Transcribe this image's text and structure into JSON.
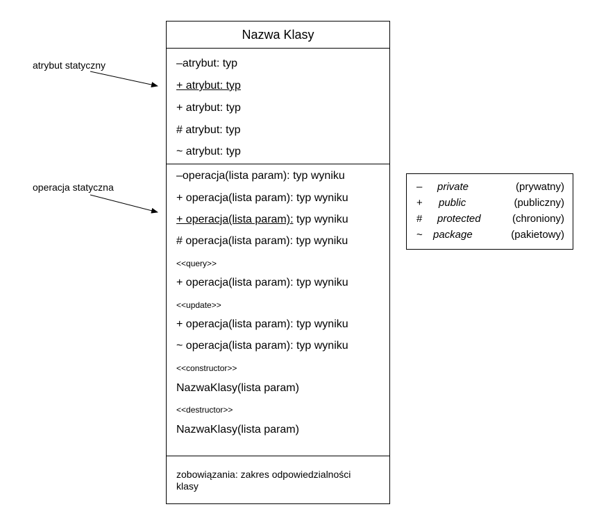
{
  "class_box": {
    "title": "Nazwa Klasy",
    "attributes": [
      "–atrybut:  typ",
      "+ atrybut:  typ",
      "+ atrybut:  typ",
      "# atrybut:  typ",
      "~ atrybut: typ"
    ],
    "operations": [
      "–operacja(lista param): typ wyniku",
      "+ operacja(lista param): typ wyniku",
      "+ operacja(lista param):",
      " typ wyniku",
      "# operacja(lista param): typ wyniku",
      "<<query>>",
      "+ operacja(lista param): typ wyniku",
      "<<update>>",
      "+ operacja(lista param): typ wyniku",
      "~ operacja(lista param): typ wyniku",
      "<<constructor>>",
      "NazwaKlasy(lista param)",
      "<<destructor>>",
      "NazwaKlasy(lista param)"
    ],
    "responsibilities": "zobowiązania: zakres odpowiedzialności klasy"
  },
  "labels": {
    "static_attribute": "atrybut statyczny",
    "static_operation": "operacja statyczna"
  },
  "legend": [
    {
      "symbol": "–",
      "name": "private",
      "polish": "(prywatny)"
    },
    {
      "symbol": "+",
      "name": "public",
      "polish": "(publiczny)"
    },
    {
      "symbol": "#",
      "name": "protected",
      "polish": "(chroniony)"
    },
    {
      "symbol": "~",
      "name": "package",
      "polish": "(pakietowy)"
    }
  ]
}
